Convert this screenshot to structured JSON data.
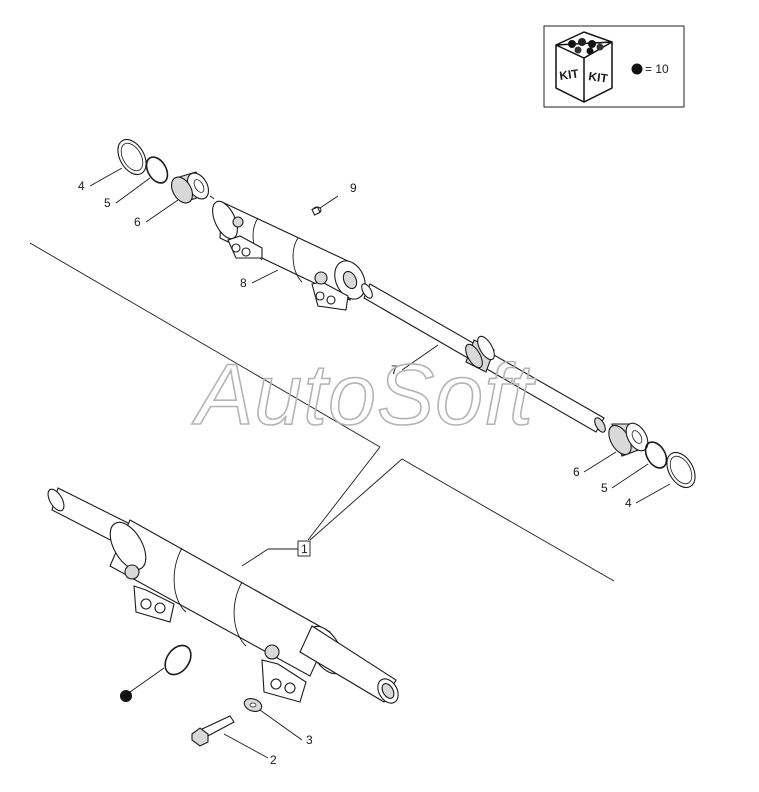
{
  "kit": {
    "icon": "kit-box-icon",
    "label_left": "KIT",
    "label_right": "KIT",
    "equals": "= 10",
    "bullet": "filled-circle"
  },
  "watermark": "AutoSoft",
  "callouts": {
    "c1": "1",
    "c2": "2",
    "c3": "3",
    "c4a": "4",
    "c4b": "4",
    "c5a": "5",
    "c5b": "5",
    "c6a": "6",
    "c6b": "6",
    "c7": "7",
    "c8": "8",
    "c9": "9"
  }
}
